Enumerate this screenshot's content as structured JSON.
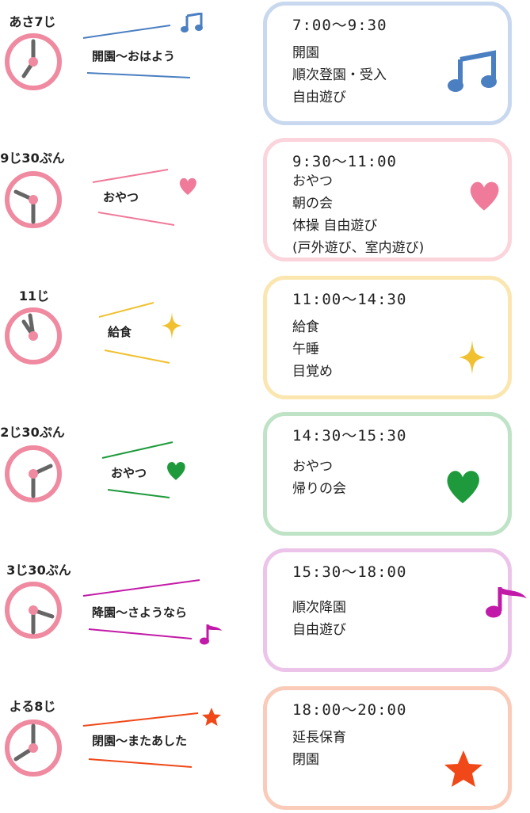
{
  "rows": [
    {
      "label": "あさ7じ",
      "activity": "開園〜おはよう",
      "icon": "music-note-icon",
      "color": "#4a7fc1",
      "border": "#c8d8ee",
      "time": "7:00〜9:30",
      "lines": [
        "開園",
        "順次登園・受入",
        "自由遊び"
      ]
    },
    {
      "label": "9じ30ぷん",
      "activity": "おやつ",
      "icon": "heart-icon",
      "color": "#f07a9a",
      "border": "#fbd4dc",
      "time": "9:30〜11:00",
      "lines": [
        "おやつ",
        "朝の会",
        "体操 自由遊び",
        "(戸外遊び、室内遊び)"
      ]
    },
    {
      "label": "11じ",
      "activity": "給食",
      "icon": "sparkle-icon",
      "color": "#f0c030",
      "border": "#fbe6b0",
      "time": "11:00〜14:30",
      "lines": [
        "給食",
        "午睡",
        "目覚め"
      ]
    },
    {
      "label": "2じ30ぷん",
      "activity": "おやつ",
      "icon": "heart-icon",
      "color": "#1e9a3c",
      "border": "#bfe3c6",
      "time": "14:30〜15:30",
      "lines": [
        "おやつ",
        "帰りの会"
      ]
    },
    {
      "label": "3じ30ぷん",
      "activity": "降園〜さようなら",
      "icon": "music-note-icon",
      "color": "#c21aa8",
      "border": "#ecc4ea",
      "time": "15:30〜18:00",
      "lines": [
        "順次降園",
        "自由遊び"
      ]
    },
    {
      "label": "よる8じ",
      "activity": "閉園〜またあした",
      "icon": "star-icon",
      "color": "#f04818",
      "border": "#f9cbb8",
      "time": "18:00〜20:00",
      "lines": [
        "延長保育",
        "閉園"
      ]
    }
  ]
}
